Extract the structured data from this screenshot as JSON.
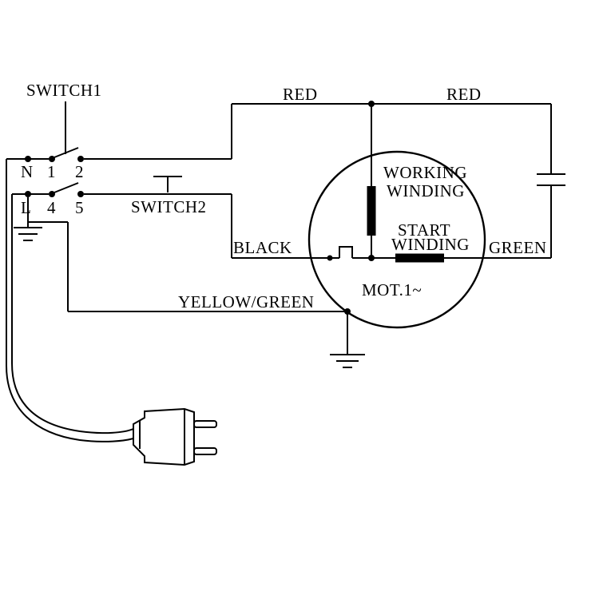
{
  "labels": {
    "switch1": "SWITCH1",
    "switch2": "SWITCH2",
    "terminal_n": "N",
    "terminal_1": "1",
    "terminal_2": "2",
    "terminal_l": "L",
    "terminal_4": "4",
    "terminal_5": "5",
    "red_top_left": "RED",
    "red_top_right": "RED",
    "working_winding_line1": "WORKING",
    "working_winding_line2": "WINDING",
    "start_winding_line1": "START",
    "start_winding_line2": "WINDING",
    "wire_black": "BLACK",
    "wire_green": "GREEN",
    "wire_yellow_green": "YELLOW/GREEN",
    "motor": "MOT.1~"
  },
  "colors": {
    "line": "#000000",
    "background": "#ffffff"
  }
}
